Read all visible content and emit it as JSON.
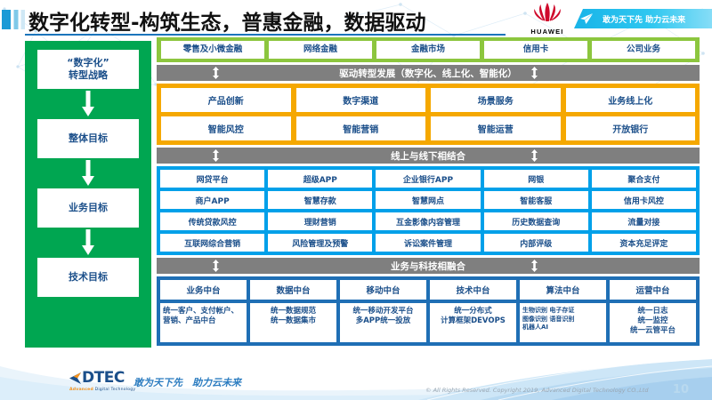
{
  "header": {
    "title": "数字化转型-构筑生态，普惠金融，数据驱动",
    "brand": "HUAWEI",
    "banner_text": "敢为天下先 助力云未来"
  },
  "sidebar": {
    "steps": [
      {
        "line1": "“数字化”",
        "line2": "转型战略"
      },
      {
        "line1": "整体目标",
        "line2": ""
      },
      {
        "line1": "业务目标",
        "line2": ""
      },
      {
        "line1": "技术目标",
        "line2": ""
      }
    ]
  },
  "business_lines": {
    "items": [
      "零售及小微金融",
      "网络金融",
      "金融市场",
      "信用卡",
      "公司业务"
    ]
  },
  "connector_1": {
    "label": "驱动转型发展（数字化、线上化、智能化）"
  },
  "drivers": {
    "row1": [
      "产品创新",
      "数字渠道",
      "场景服务",
      "业务线上化"
    ],
    "row2": [
      "智能风控",
      "智能营销",
      "智能运营",
      "开放银行"
    ]
  },
  "connector_2": {
    "label": "线上与线下相结合"
  },
  "channels": {
    "row1": [
      "网贷平台",
      "超级APP",
      "企业银行APP",
      "网银",
      "聚合支付"
    ],
    "row2": [
      "商户APP",
      "智慧存款",
      "智慧网点",
      "智能客服",
      "信用卡风控"
    ],
    "row3": [
      "传统贷款风控",
      "理财营销",
      "互金影像内容管理",
      "历史数据查询",
      "流量对接"
    ],
    "row4": [
      "互联网综合营销",
      "风险管理及预警",
      "诉讼案件管理",
      "内部评级",
      "资本充足评定"
    ]
  },
  "connector_3": {
    "label": "业务与科技相融合"
  },
  "platforms": {
    "headers": [
      "业务中台",
      "数据中台",
      "移动中台",
      "技术中台",
      "算法中台",
      "运营中台"
    ],
    "bodies": [
      "统一客户、支付帐户、营销、产品中台",
      "统一数据规范\n统一数据集市",
      "统一移动开发平台\n多APP统一投放",
      "统一分布式\n计算框架DEVOPS",
      "生物识别 电子存证\n图像识别 语音识别\n机器人AI",
      "统一日志\n统一监控\n统一云管平台"
    ]
  },
  "footer": {
    "logo_word": "DTEC",
    "logo_sub_b": "Advanced",
    "logo_sub": " Digital Technology",
    "slogan": "敢为天下先　助力云未来",
    "copyright": "© All Rights Reserved. Copyright 2019, Advanced Digital Technology CO.,Ltd",
    "page_number": "10"
  },
  "colors": {
    "green_band": "#8cc63e",
    "sidebar_green": "#00a651",
    "orange": "#f5a800",
    "blue": "#00a0e9",
    "dark_blue": "#1f6fb5",
    "gray_bar": "#7f7f7f",
    "text_blue": "#1b4f8a",
    "huawei_red": "#cf0a2c"
  }
}
